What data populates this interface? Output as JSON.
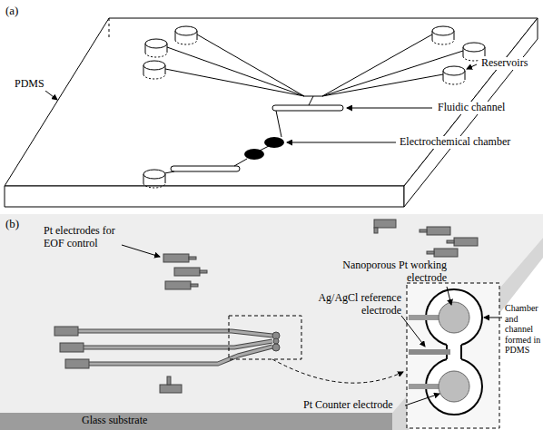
{
  "diagram": {
    "labels": [
      "(a)",
      "PDMS",
      "Reservoirs",
      "Fluidic channel",
      "Electrochemical chamber",
      "(b)",
      "Pt electrodes for EOF control",
      "Nanoporous Pt working electrode",
      "Ag/AgCl reference electrode",
      "Chamber and channel formed in PDMS",
      "Glass substrate",
      "Pt Counter electrode"
    ]
  }
}
